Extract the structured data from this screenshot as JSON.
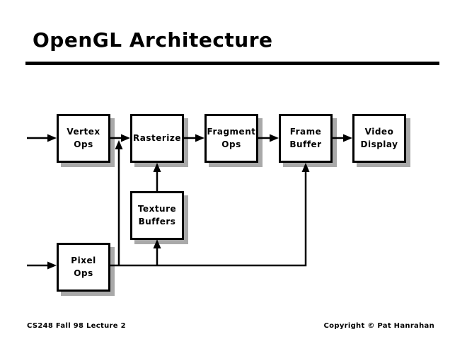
{
  "header": {
    "title": "OpenGL Architecture"
  },
  "diagram": {
    "boxes": [
      {
        "id": "vertex-ops",
        "label": "Vertex\nOps"
      },
      {
        "id": "rasterize",
        "label": "Rasterize"
      },
      {
        "id": "fragment-ops",
        "label": "Fragment\nOps"
      },
      {
        "id": "frame-buffer",
        "label": "Frame\nBuffer"
      },
      {
        "id": "video-display",
        "label": "Video\nDisplay"
      },
      {
        "id": "texture-buffers",
        "label": "Texture\nBuffers"
      },
      {
        "id": "pixel-ops",
        "label": "Pixel\nOps"
      }
    ],
    "connections": [
      {
        "from": "input",
        "to": "vertex-ops"
      },
      {
        "from": "vertex-ops",
        "to": "rasterize"
      },
      {
        "from": "rasterize",
        "to": "fragment-ops"
      },
      {
        "from": "fragment-ops",
        "to": "frame-buffer"
      },
      {
        "from": "frame-buffer",
        "to": "video-display"
      },
      {
        "from": "texture-buffers",
        "to": "rasterize"
      },
      {
        "from": "input",
        "to": "pixel-ops"
      },
      {
        "from": "pixel-ops",
        "to": "rasterize"
      },
      {
        "from": "pixel-ops",
        "to": "texture-buffers"
      },
      {
        "from": "pixel-ops",
        "to": "frame-buffer"
      }
    ]
  },
  "footer": {
    "course": "CS248 Fall 98 Lecture 2",
    "copyright": "Copyright © Pat Hanrahan"
  },
  "colors": {
    "background": "#ffffff",
    "text": "#000000",
    "box_border": "#000000",
    "box_shadow": "#a9a9a9"
  }
}
